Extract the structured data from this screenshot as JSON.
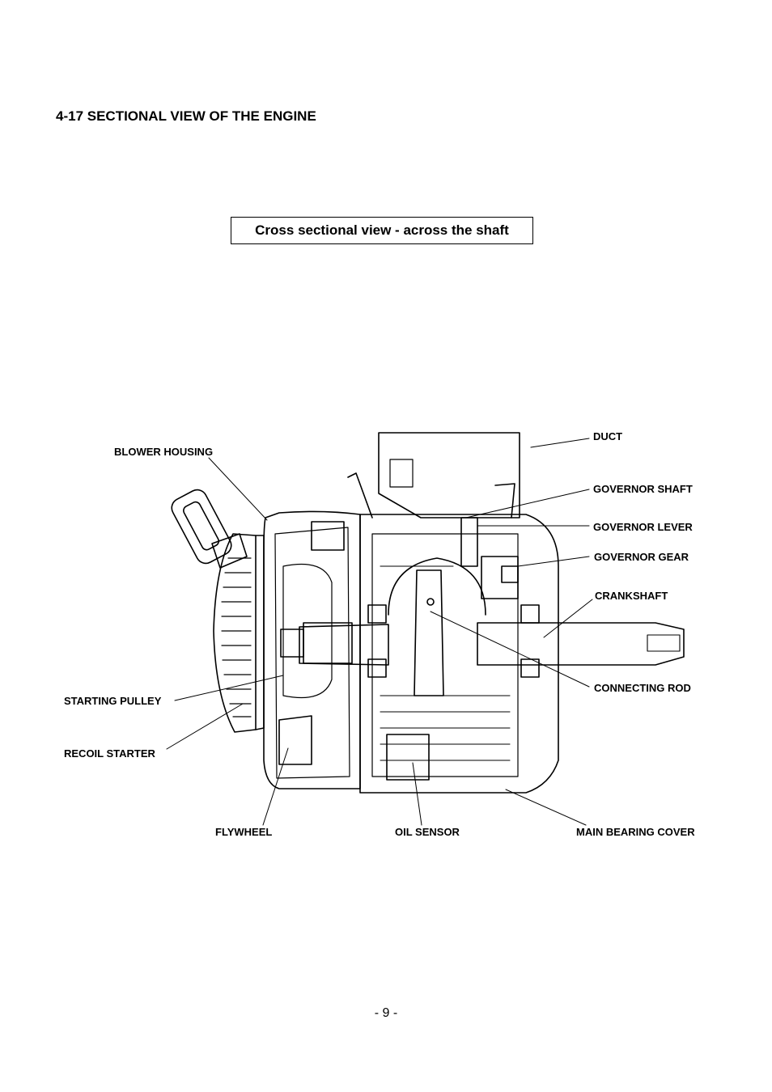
{
  "heading": "4-17 SECTIONAL VIEW OF THE ENGINE",
  "caption": "Cross sectional view - across the shaft",
  "labels": {
    "blower_housing": "BLOWER HOUSING",
    "duct": "DUCT",
    "governor_shaft": "GOVERNOR SHAFT",
    "governor_lever": "GOVERNOR LEVER",
    "governor_gear": "GOVERNOR GEAR",
    "crankshaft": "CRANKSHAFT",
    "connecting_rod": "CONNECTING ROD",
    "starting_pulley": "STARTING PULLEY",
    "recoil_starter": "RECOIL STARTER",
    "flywheel": "FLYWHEEL",
    "oil_sensor": "OIL SENSOR",
    "main_bearing_cover": "MAIN BEARING COVER"
  },
  "page_number": "- 9 -"
}
